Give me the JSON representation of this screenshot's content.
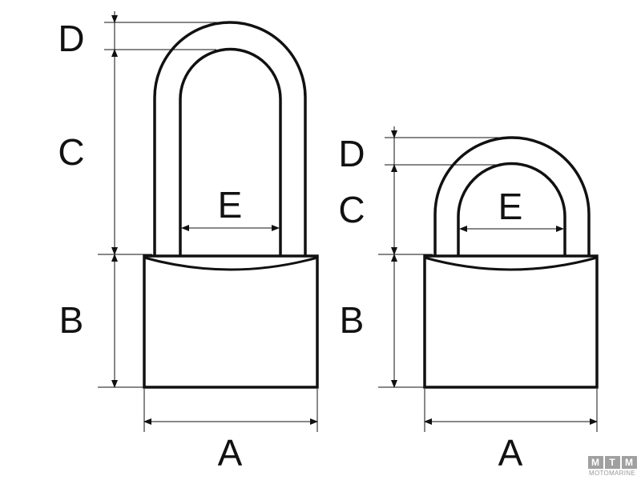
{
  "labels": {
    "A": "A",
    "B": "B",
    "C": "C",
    "D": "D",
    "E": "E"
  },
  "logo": {
    "letters": [
      "M",
      "T",
      "M"
    ],
    "word": "MOTOMARINE"
  },
  "colors": {
    "line": "#111111",
    "logo": "#a0a0a0"
  }
}
